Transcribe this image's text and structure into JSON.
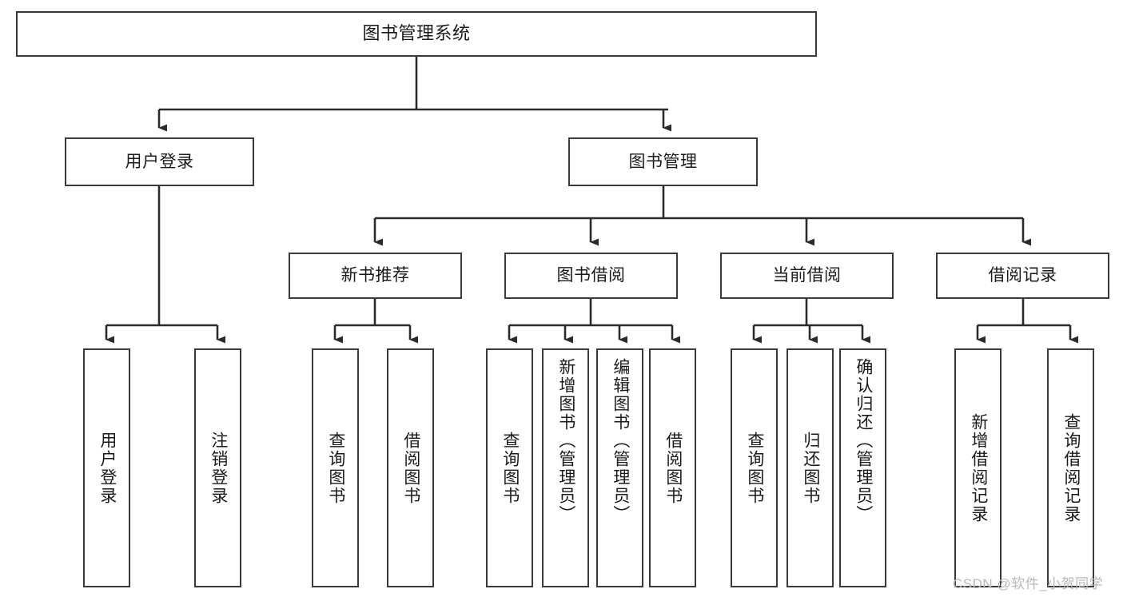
{
  "diagram": {
    "type": "tree-hierarchy",
    "title": "图书管理系统",
    "watermark": "CSDN @软件_小贺同学",
    "colors": {
      "box_border": "#3a3a3a",
      "box_fill": "#ffffff",
      "connector": "#2b2b2b",
      "text": "#1a1a1a",
      "watermark": "#b9b9b9"
    },
    "levels": {
      "root": [
        "图书管理系统"
      ],
      "level2": [
        "用户登录",
        "图书管理"
      ],
      "level3": [
        "新书推荐",
        "图书借阅",
        "当前借阅",
        "借阅记录"
      ],
      "leaves": [
        "用户登录",
        "注销登录",
        "查询图书",
        "借阅图书",
        "查询图书",
        "新增图书（管理员）",
        "编辑图书（管理员）",
        "借阅图书",
        "查询图书",
        "归还图书",
        "确认归还（管理员）",
        "新增借阅记录",
        "查询借阅记录"
      ]
    },
    "nodes": {
      "root": {
        "label": "图书管理系统"
      },
      "user_login": {
        "label": "用户登录"
      },
      "book_mgmt": {
        "label": "图书管理"
      },
      "new_book_rec": {
        "label": "新书推荐"
      },
      "book_borrow": {
        "label": "图书借阅"
      },
      "current_borrow": {
        "label": "当前借阅"
      },
      "borrow_record": {
        "label": "借阅记录"
      },
      "leaf_user_login": {
        "label": "用户登录"
      },
      "leaf_logout": {
        "label": "注销登录"
      },
      "leaf_query_book_1": {
        "label": "查询图书"
      },
      "leaf_borrow_book_1": {
        "label": "借阅图书"
      },
      "leaf_query_book_2": {
        "label": "查询图书"
      },
      "leaf_add_book": {
        "label": "新增图书（管理员）"
      },
      "leaf_edit_book": {
        "label": "编辑图书（管理员）"
      },
      "leaf_borrow_book_2": {
        "label": "借阅图书"
      },
      "leaf_query_book_3": {
        "label": "查询图书"
      },
      "leaf_return_book": {
        "label": "归还图书"
      },
      "leaf_confirm_return": {
        "label": "确认归还（管理员）"
      },
      "leaf_add_record": {
        "label": "新增借阅记录"
      },
      "leaf_query_record": {
        "label": "查询借阅记录"
      }
    }
  }
}
